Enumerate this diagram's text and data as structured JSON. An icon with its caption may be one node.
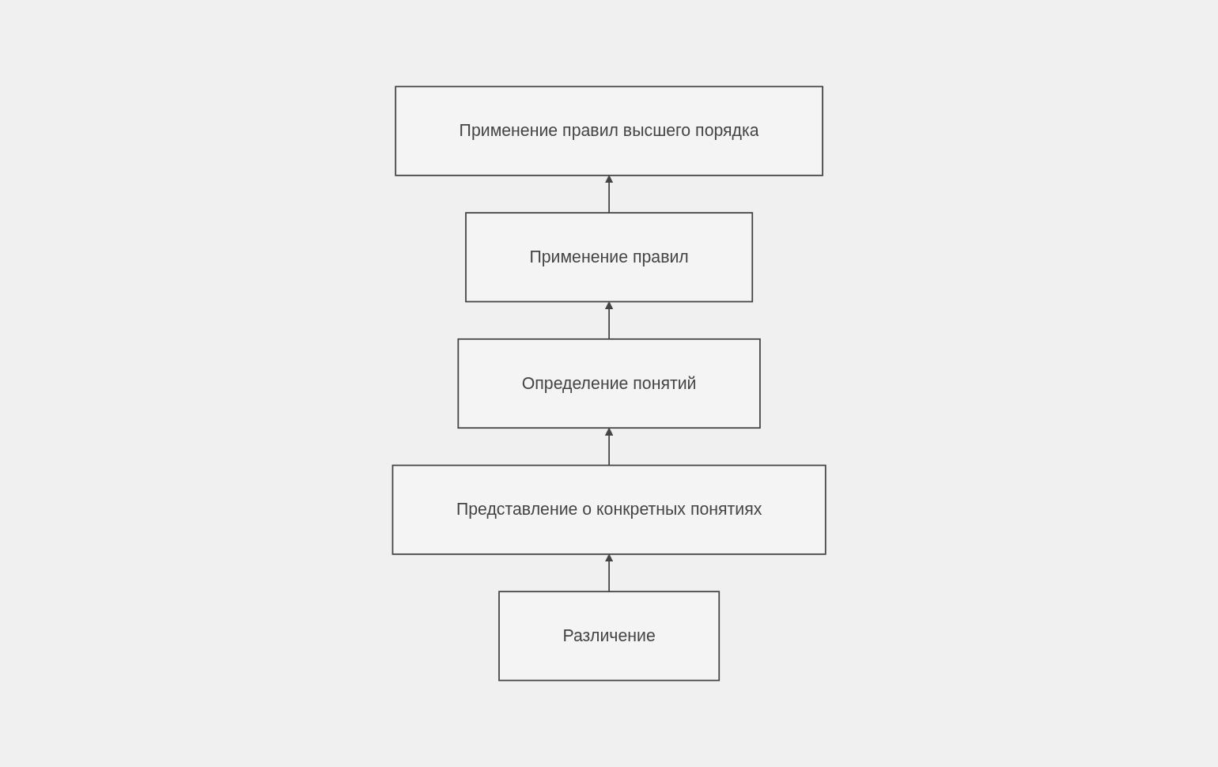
{
  "diagram": {
    "nodes": [
      {
        "text": [
          "Применение правил высшего порядка"
        ]
      },
      {
        "text": [
          "Применение правил"
        ]
      },
      {
        "text": [
          "Определение понятий"
        ]
      },
      {
        "text": [
          "Представление о конкретных понятиях"
        ]
      },
      {
        "text": [
          "Различение"
        ]
      }
    ],
    "edges": [
      {
        "from": 1,
        "to": 0,
        "arrow": "to"
      },
      {
        "from": 2,
        "to": 1,
        "arrow": "to"
      },
      {
        "from": 3,
        "to": 2,
        "arrow": "to"
      },
      {
        "from": 4,
        "to": 3,
        "arrow": "to"
      }
    ]
  }
}
